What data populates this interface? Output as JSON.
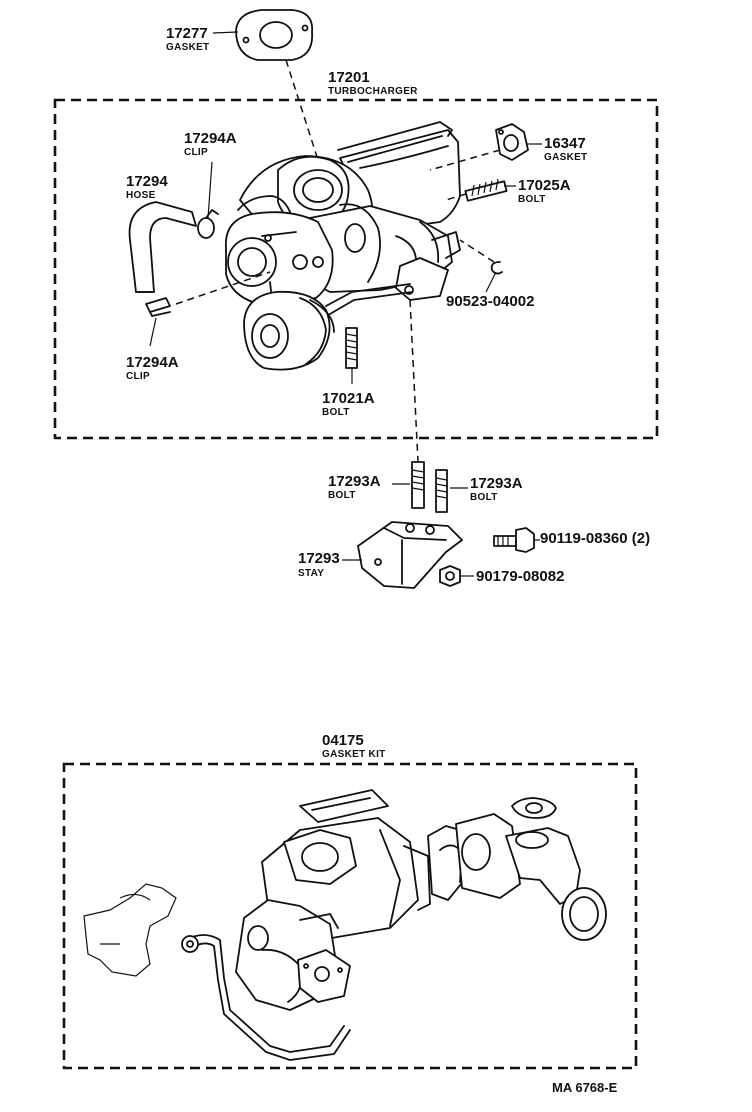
{
  "parts": [
    {
      "id": "gasket-17277",
      "number": "17277",
      "desc": "GASKET"
    },
    {
      "id": "turbocharger-17201",
      "number": "17201",
      "desc": "TURBOCHARGER"
    },
    {
      "id": "clip-17294a-top",
      "number": "17294A",
      "desc": "CLIP"
    },
    {
      "id": "gasket-16347",
      "number": "16347",
      "desc": "GASKET"
    },
    {
      "id": "hose-17294",
      "number": "17294",
      "desc": "HOSE"
    },
    {
      "id": "bolt-17025a",
      "number": "17025A",
      "desc": "BOLT"
    },
    {
      "id": "part-90523-04002",
      "number": "90523-04002",
      "desc": ""
    },
    {
      "id": "clip-17294a-bottom",
      "number": "17294A",
      "desc": "CLIP"
    },
    {
      "id": "bolt-17021a",
      "number": "17021A",
      "desc": "BOLT"
    },
    {
      "id": "bolt-17293a-left",
      "number": "17293A",
      "desc": "BOLT"
    },
    {
      "id": "bolt-17293a-right",
      "number": "17293A",
      "desc": "BOLT"
    },
    {
      "id": "part-90119-08360",
      "number": "90119-08360 (2)",
      "desc": ""
    },
    {
      "id": "stay-17293",
      "number": "17293",
      "desc": "STAY"
    },
    {
      "id": "part-90179-08082",
      "number": "90179-08082",
      "desc": ""
    },
    {
      "id": "gasket-kit-04175",
      "number": "04175",
      "desc": "GASKET KIT"
    }
  ],
  "diagram_ref": "MA  6768-E"
}
